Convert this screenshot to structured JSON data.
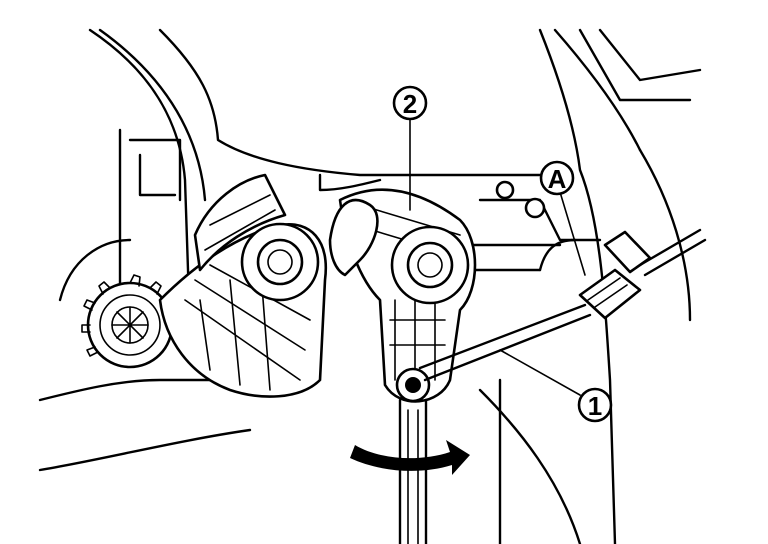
{
  "callouts": {
    "one": "1",
    "two": "2",
    "a": "A"
  }
}
